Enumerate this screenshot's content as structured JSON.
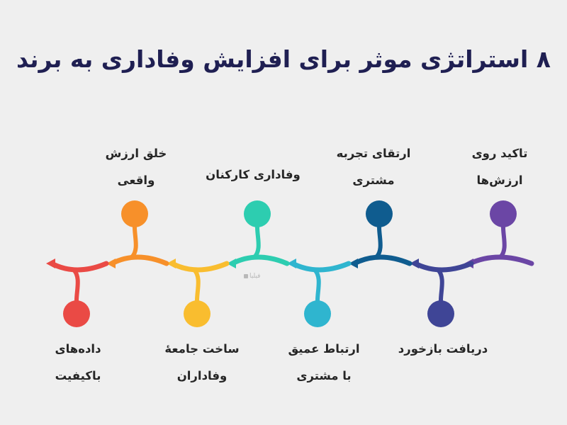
{
  "title": "۸ استراتژی موثر برای افزایش وفاداری به برند",
  "watermark": "فیلیا",
  "steps": [
    {
      "label_line1": "تاکید روی",
      "label_line2": "ارزش‌ها",
      "color": "#6b46a5",
      "position": "top"
    },
    {
      "label_line1": "دریافت بازخورد",
      "label_line2": "",
      "color": "#3f4596",
      "position": "bottom"
    },
    {
      "label_line1": "ارتقای تجربه",
      "label_line2": "مشتری",
      "color": "#0f5c8f",
      "position": "top"
    },
    {
      "label_line1": "ارتباط عمیق",
      "label_line2": "با مشتری",
      "color": "#2fb5cf",
      "position": "bottom"
    },
    {
      "label_line1": "وفاداری کارکنان",
      "label_line2": "",
      "color": "#2dcdb0",
      "position": "top"
    },
    {
      "label_line1": "ساخت جامعهٔ",
      "label_line2": "وفاداران",
      "color": "#f9bd2f",
      "position": "bottom"
    },
    {
      "label_line1": "خلق ارزش",
      "label_line2": "واقعی",
      "color": "#f7902a",
      "position": "top"
    },
    {
      "label_line1": "داده‌های",
      "label_line2": "باکیفیت",
      "color": "#ea4a45",
      "position": "bottom"
    }
  ]
}
